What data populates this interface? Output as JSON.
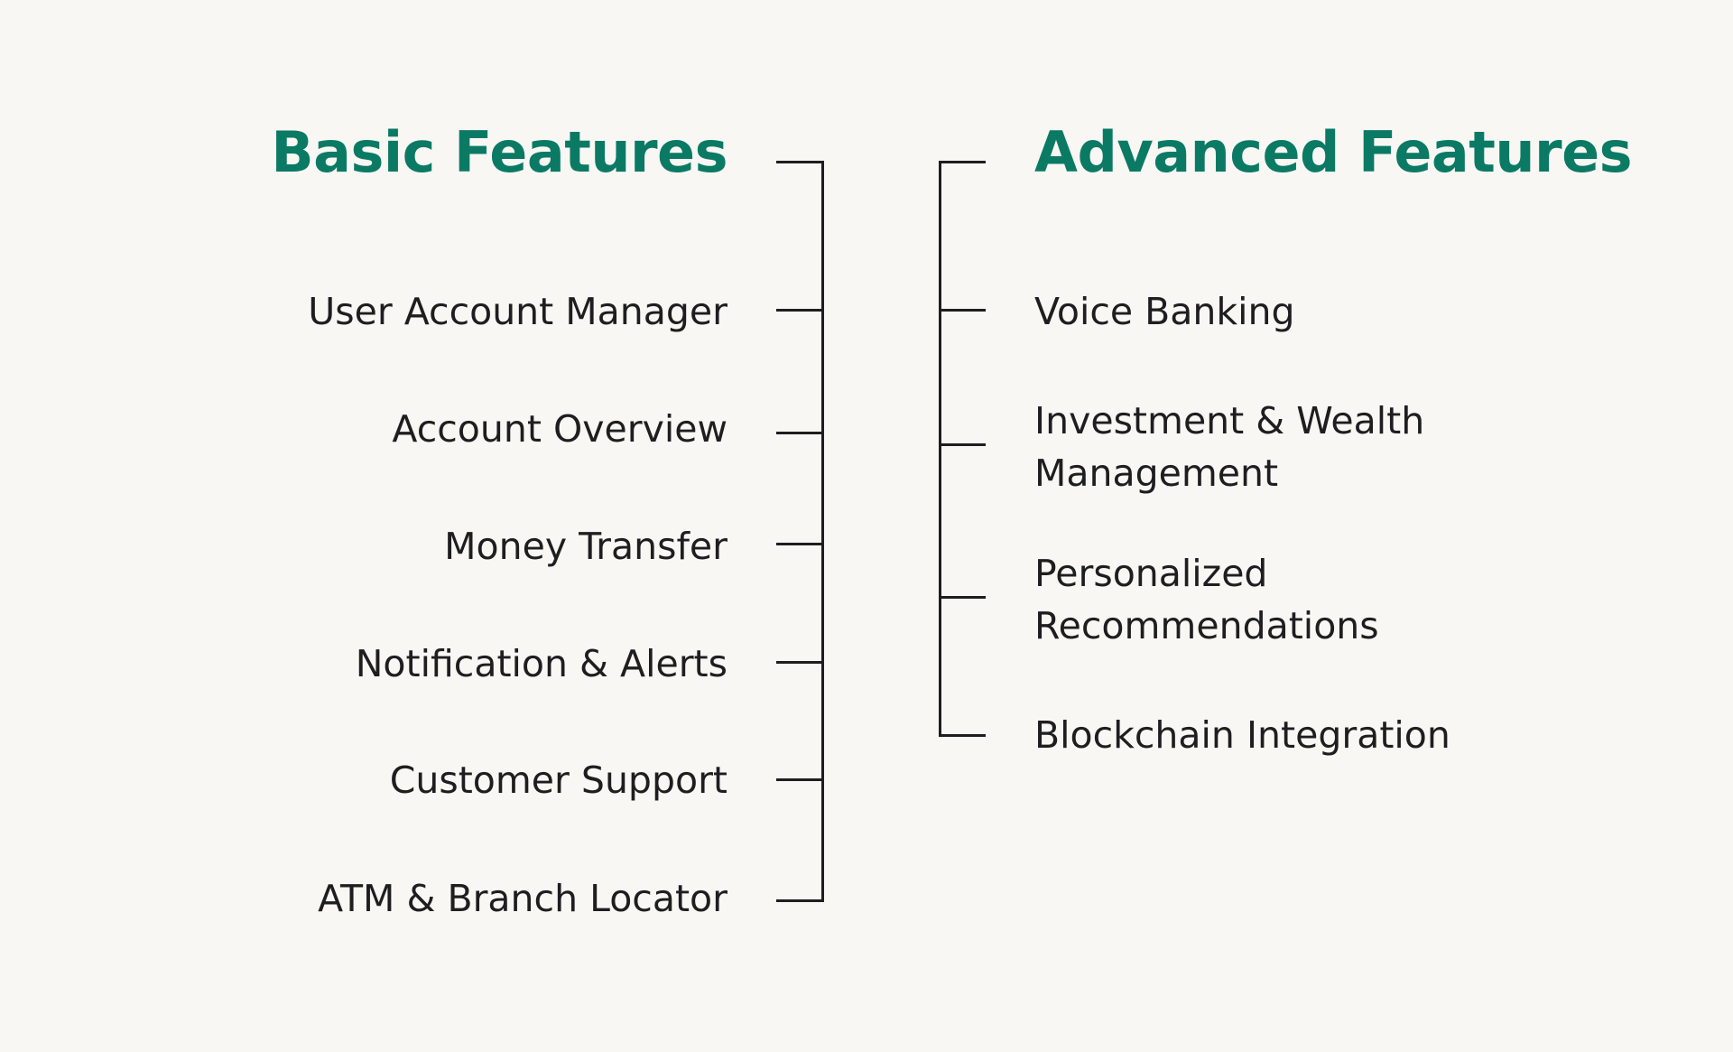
{
  "basic": {
    "title": "Basic Features",
    "items": [
      "User Account Manager",
      "Account Overview",
      "Money Transfer",
      "Notification & Alerts",
      "Customer Support",
      "ATM & Branch Locator"
    ]
  },
  "advanced": {
    "title": "Advanced Features",
    "items": [
      "Voice Banking",
      "Investment & Wealth\nManagement",
      "Personalized\nRecommendations",
      "Blockchain Integration"
    ]
  },
  "colors": {
    "accent": "#0b7a64",
    "text": "#1e1e20",
    "background": "#f8f7f3"
  }
}
